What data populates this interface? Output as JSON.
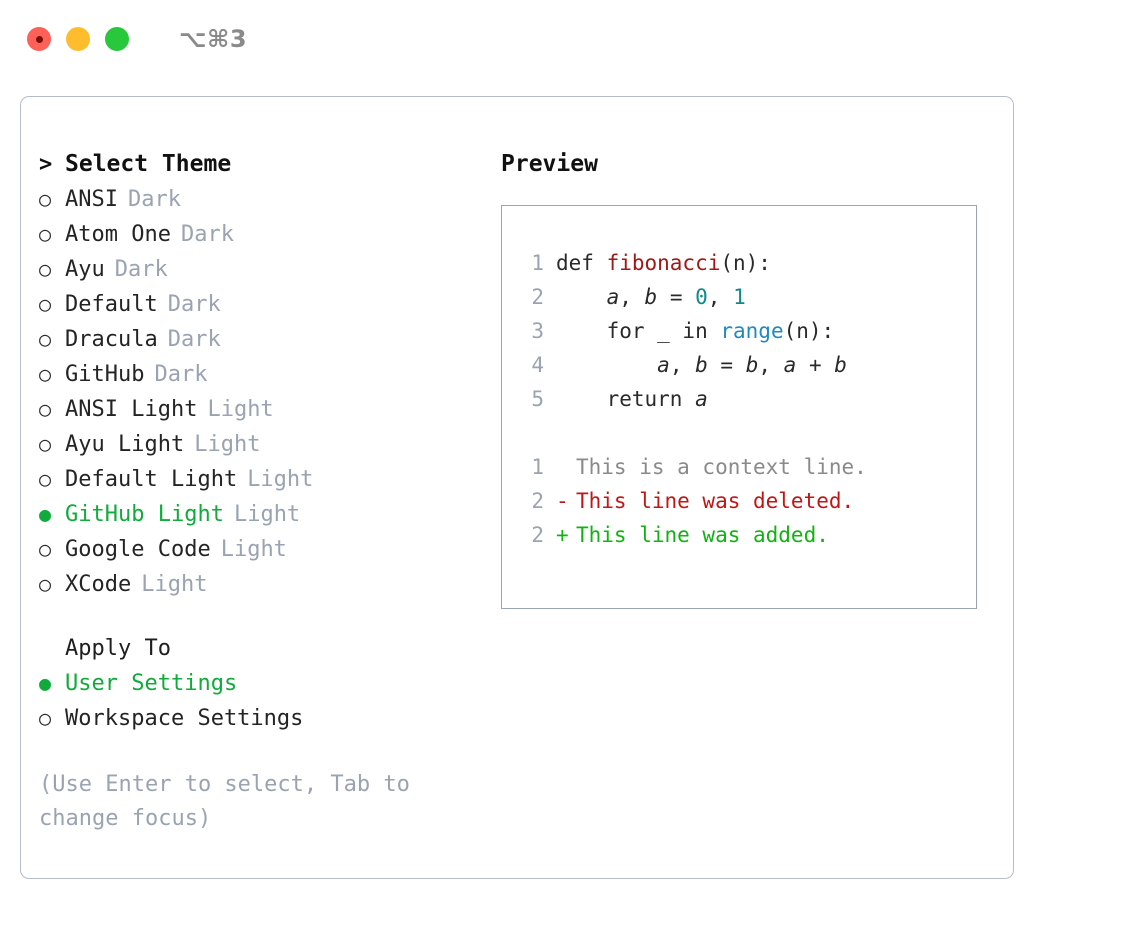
{
  "window": {
    "shortcut": "⌥⌘3",
    "traffic_lights": [
      {
        "name": "close",
        "color": "#ff6058"
      },
      {
        "name": "minimize",
        "color": "#ffbd2e"
      },
      {
        "name": "maximize",
        "color": "#28c83c"
      }
    ]
  },
  "colors": {
    "accent_green": "#11ab3c",
    "muted": "#9aa3b2",
    "border": "#b6bdc9",
    "preview_border": "#9aa5b4",
    "diff_added": "#10b410",
    "diff_removed": "#c21616",
    "code_function": "#a01919",
    "code_number": "#0f8a8a",
    "code_builtin": "#1f8ac0"
  },
  "theme_list": {
    "header_marker": ">",
    "header_label": "Select Theme",
    "marker_selected": "●",
    "marker_unselected": "○",
    "items": [
      {
        "label": "ANSI",
        "suffix": "Dark",
        "selected": false
      },
      {
        "label": "Atom One",
        "suffix": "Dark",
        "selected": false
      },
      {
        "label": "Ayu",
        "suffix": "Dark",
        "selected": false
      },
      {
        "label": "Default",
        "suffix": "Dark",
        "selected": false
      },
      {
        "label": "Dracula",
        "suffix": "Dark",
        "selected": false
      },
      {
        "label": "GitHub",
        "suffix": "Dark",
        "selected": false
      },
      {
        "label": "ANSI Light",
        "suffix": "Light",
        "selected": false
      },
      {
        "label": "Ayu Light",
        "suffix": "Light",
        "selected": false
      },
      {
        "label": "Default Light",
        "suffix": "Light",
        "selected": false
      },
      {
        "label": "GitHub Light",
        "suffix": "Light",
        "selected": true
      },
      {
        "label": "Google Code",
        "suffix": "Light",
        "selected": false
      },
      {
        "label": "XCode",
        "suffix": "Light",
        "selected": false
      }
    ]
  },
  "apply_to": {
    "header_label": "Apply To",
    "items": [
      {
        "label": "User Settings",
        "selected": true
      },
      {
        "label": "Workspace Settings",
        "selected": false
      }
    ]
  },
  "hint": "(Use Enter to select, Tab to change focus)",
  "preview": {
    "title": "Preview",
    "code": [
      {
        "lineno": "1",
        "tokens": [
          {
            "text": "def ",
            "type": "plain"
          },
          {
            "text": "fibonacci",
            "type": "func"
          },
          {
            "text": "(n):",
            "type": "plain"
          }
        ]
      },
      {
        "lineno": "2",
        "tokens": [
          {
            "text": "    ",
            "type": "plain"
          },
          {
            "text": "a",
            "type": "var"
          },
          {
            "text": ", ",
            "type": "plain"
          },
          {
            "text": "b",
            "type": "var"
          },
          {
            "text": " = ",
            "type": "plain"
          },
          {
            "text": "0",
            "type": "num"
          },
          {
            "text": ", ",
            "type": "plain"
          },
          {
            "text": "1",
            "type": "num"
          }
        ]
      },
      {
        "lineno": "3",
        "tokens": [
          {
            "text": "    for _ in ",
            "type": "plain"
          },
          {
            "text": "range",
            "type": "builtin"
          },
          {
            "text": "(n):",
            "type": "plain"
          }
        ]
      },
      {
        "lineno": "4",
        "tokens": [
          {
            "text": "        ",
            "type": "plain"
          },
          {
            "text": "a",
            "type": "var"
          },
          {
            "text": ", ",
            "type": "plain"
          },
          {
            "text": "b",
            "type": "var"
          },
          {
            "text": " = ",
            "type": "plain"
          },
          {
            "text": "b",
            "type": "var"
          },
          {
            "text": ", ",
            "type": "plain"
          },
          {
            "text": "a",
            "type": "var"
          },
          {
            "text": " + ",
            "type": "plain"
          },
          {
            "text": "b",
            "type": "var"
          }
        ]
      },
      {
        "lineno": "5",
        "tokens": [
          {
            "text": "    return ",
            "type": "plain"
          },
          {
            "text": "a",
            "type": "var"
          }
        ]
      }
    ],
    "diff": [
      {
        "lineno": "1",
        "sign": " ",
        "text": "This is a context line.",
        "type": "context"
      },
      {
        "lineno": "2",
        "sign": "-",
        "text": "This line was deleted.",
        "type": "removed"
      },
      {
        "lineno": "2",
        "sign": "+",
        "text": "This line was added.",
        "type": "added"
      }
    ]
  }
}
